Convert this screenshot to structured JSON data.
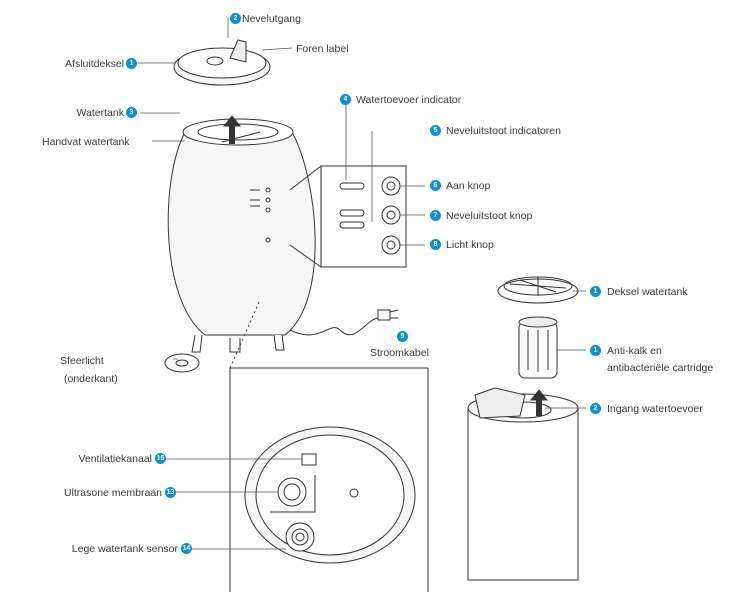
{
  "colors": {
    "accent": "#0a8fd8",
    "line": "#333333",
    "device_fill": "#f2f2f2"
  },
  "labels": {
    "nevel_uitgang": "Nevelutgang",
    "afsluitdeksel": "Afsluitdeksel",
    "nummer_label": "Foren label",
    "watertank": "Watertank",
    "handvat": "Handvat watertank",
    "watertoevoer_indicator": "Watertoevoer indicator",
    "neveluitstoot_indicatoren": "Neveluitstoot indicatoren",
    "aan_knop": "Aan knop",
    "neveluitstoot_knop": "Neveluitstoot knop",
    "licht_knop": "Licht knop",
    "stroomkabel": "Stroomkabel",
    "sfeerlicht_1": "Sfeerlicht",
    "sfeerlicht_2": "(onderkant)",
    "deksel_watertank": "Deksel watertank",
    "cartridge_1": "Anti-kalk en",
    "cartridge_2": "antibacteriële cartridge",
    "ingang_watertoevoer": "Ingang watertoevoer",
    "ventilatiekanaal": "Ventilatiekanaal",
    "ultrasone_membraan": "Ultrasone membraan",
    "lege_watertank_sensor": "Lege watertank sensor"
  },
  "badges": {
    "b1": "1",
    "b2": "2",
    "b3": "3",
    "b4": "4",
    "b5": "5",
    "b6": "6",
    "b7": "7",
    "b8": "8",
    "b9": "9",
    "b10": "1",
    "b11": "1",
    "b12": "2",
    "b13": "15",
    "b14": "13",
    "b15": "14"
  }
}
